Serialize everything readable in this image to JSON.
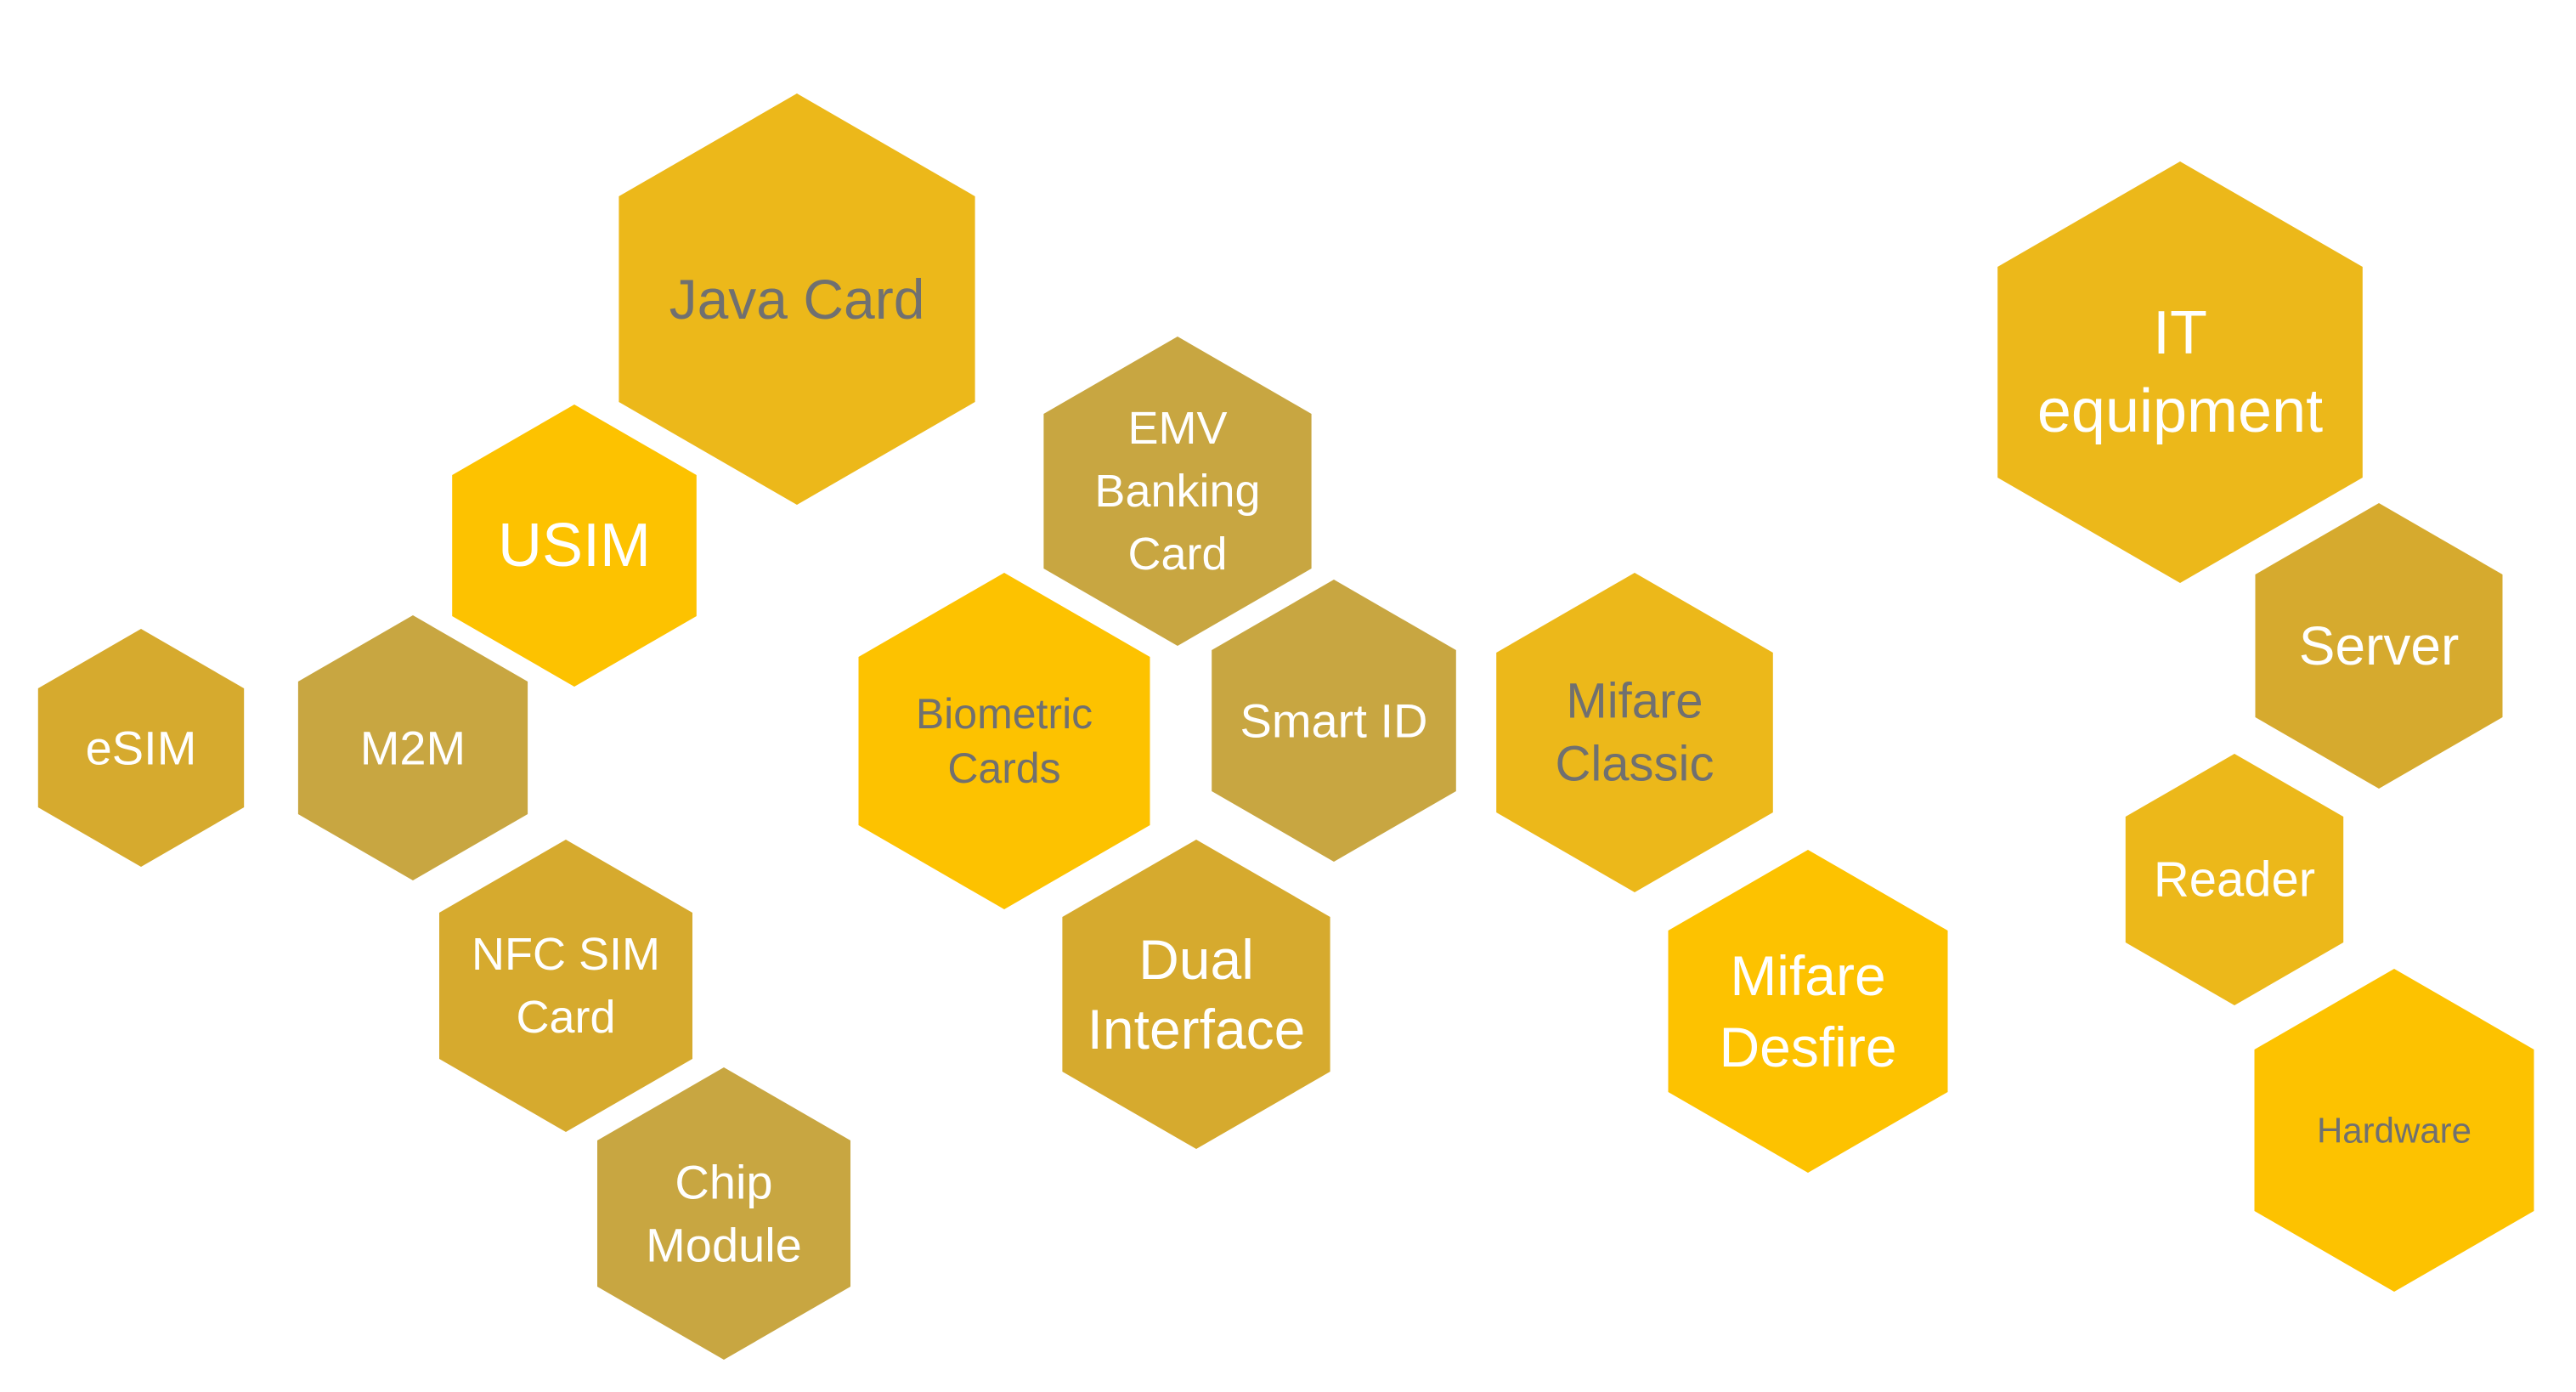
{
  "colors": {
    "gold": "#ECB81A",
    "bright": "#FDC200",
    "khaki": "#C8A641",
    "ochre": "#D6AA2E",
    "grayText": "#707070",
    "whiteText": "#FFFFFF"
  },
  "hexagons": [
    {
      "id": "java-card",
      "lines": [
        "Java Card"
      ]
    },
    {
      "id": "usim",
      "lines": [
        "USIM"
      ]
    },
    {
      "id": "esim",
      "lines": [
        "eSIM"
      ]
    },
    {
      "id": "m2m",
      "lines": [
        "M2M"
      ]
    },
    {
      "id": "nfc-sim-card",
      "lines": [
        "NFC SIM",
        "Card"
      ]
    },
    {
      "id": "chip-module",
      "lines": [
        "Chip",
        "Module"
      ]
    },
    {
      "id": "emv-banking-card",
      "lines": [
        "EMV",
        "Banking",
        "Card"
      ]
    },
    {
      "id": "biometric-cards",
      "lines": [
        "Biometric",
        "Cards"
      ]
    },
    {
      "id": "smart-id",
      "lines": [
        "Smart ID"
      ]
    },
    {
      "id": "dual-interface",
      "lines": [
        "Dual",
        "Interface"
      ]
    },
    {
      "id": "mifare-classic",
      "lines": [
        "Mifare",
        "Classic"
      ]
    },
    {
      "id": "mifare-desfire",
      "lines": [
        "Mifare",
        "Desfire"
      ]
    },
    {
      "id": "it-equipment",
      "lines": [
        "IT",
        "equipment"
      ]
    },
    {
      "id": "server",
      "lines": [
        "Server"
      ]
    },
    {
      "id": "reader",
      "lines": [
        "Reader"
      ]
    },
    {
      "id": "hardware",
      "lines": [
        "Hardware"
      ]
    }
  ]
}
